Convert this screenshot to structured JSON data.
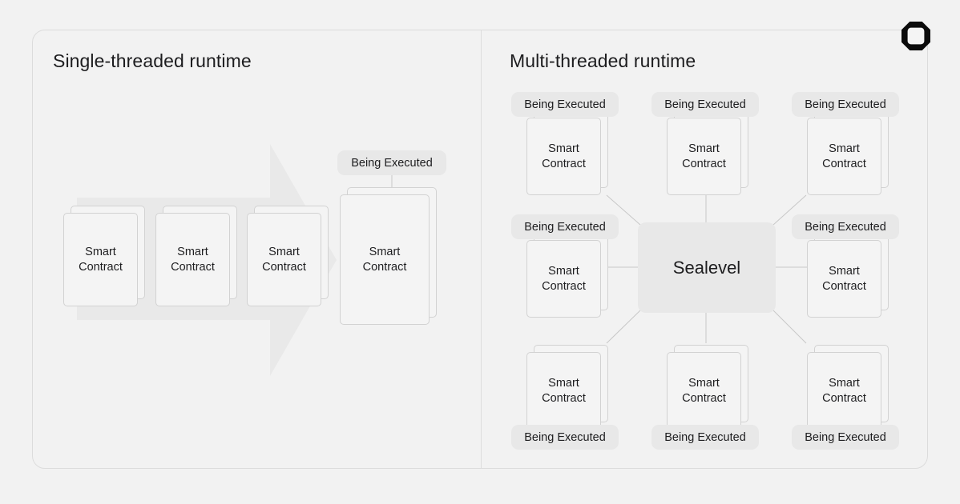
{
  "diagram": {
    "logo_icon": "octagon-logo-icon",
    "panels": {
      "left": {
        "title": "Single-threaded runtime",
        "arrow_icon": "right-arrow-shape",
        "cards": [
          {
            "label": "Smart\nContract",
            "executing": false,
            "badge": ""
          },
          {
            "label": "Smart\nContract",
            "executing": false,
            "badge": ""
          },
          {
            "label": "Smart\nContract",
            "executing": false,
            "badge": ""
          },
          {
            "label": "Smart\nContract",
            "executing": true,
            "badge": "Being Executed"
          }
        ]
      },
      "right": {
        "title": "Multi-threaded runtime",
        "hub_label": "Sealevel",
        "cards": [
          {
            "label": "Smart\nContract",
            "badge": "Being Executed",
            "position": "top-left"
          },
          {
            "label": "Smart\nContract",
            "badge": "Being Executed",
            "position": "top-center"
          },
          {
            "label": "Smart\nContract",
            "badge": "Being Executed",
            "position": "top-right"
          },
          {
            "label": "Smart\nContract",
            "badge": "Being Executed",
            "position": "middle-left"
          },
          {
            "label": "Smart\nContract",
            "badge": "Being Executed",
            "position": "middle-right"
          },
          {
            "label": "Smart\nContract",
            "badge": "Being Executed",
            "position": "bottom-left"
          },
          {
            "label": "Smart\nContract",
            "badge": "Being Executed",
            "position": "bottom-center"
          },
          {
            "label": "Smart\nContract",
            "badge": "Being Executed",
            "position": "bottom-right"
          }
        ]
      }
    },
    "colors": {
      "background": "#f2f2f2",
      "card_fill": "#f4f4f4",
      "card_border": "#d2d2d2",
      "badge_fill": "#e8e8e8",
      "hub_fill": "#e8e8e8",
      "arrow_fill": "#e9e9e9",
      "connector": "#c8c8c8",
      "text": "#1d1d1f",
      "frame_border": "#dcdcdc"
    }
  }
}
